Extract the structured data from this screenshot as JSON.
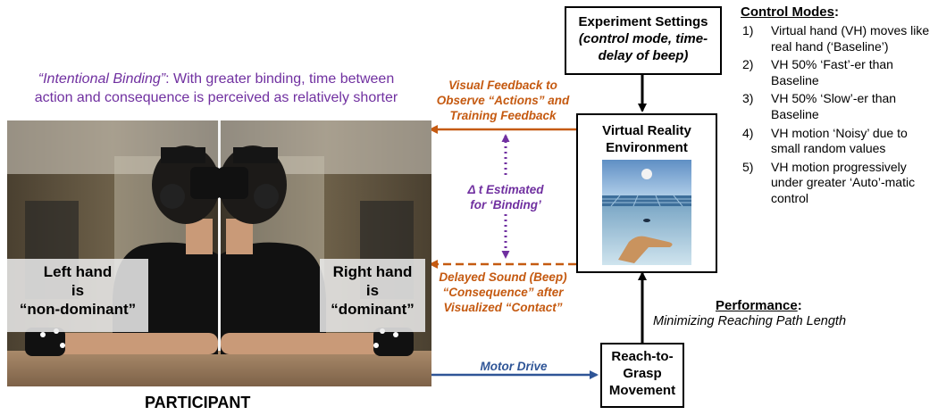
{
  "binding": {
    "term": "“Intentional Binding”",
    "line1_rest": ": With greater binding, time between",
    "line2": "action and consequence is perceived as relatively shorter"
  },
  "settings_box": {
    "title": "Experiment Settings",
    "subtitle_line1": "(control mode, time-",
    "subtitle_line2": "delay of beep)"
  },
  "vr_box": {
    "title_line1": "Virtual Reality",
    "title_line2": "Environment"
  },
  "grasp_box": {
    "line1": "Reach-to-",
    "line2": "Grasp",
    "line3": "Movement"
  },
  "visual_feedback": {
    "line1": "Visual Feedback to",
    "line2": "Observe “Actions” and",
    "line3": "Training Feedback"
  },
  "delta_t": {
    "symbol": "Δ",
    "line1_rest": " t Estimated",
    "line2": "for ‘Binding’"
  },
  "delayed_sound": {
    "line1": "Delayed Sound (Beep)",
    "line2": "“Consequence” after",
    "line3": "Visualized “Contact”"
  },
  "motor_drive": "Motor Drive",
  "performance": {
    "title": "Performance",
    "colon": ":",
    "subtitle": "Minimizing Reaching Path Length"
  },
  "participant_label": "PARTICIPANT",
  "left_hand": {
    "line1": "Left hand",
    "line2": "is",
    "line3": "“non-dominant”"
  },
  "right_hand": {
    "line1": "Right hand",
    "line2": "is",
    "line3": "“dominant”"
  },
  "control_modes": {
    "title": "Control Modes",
    "colon": ":",
    "items": [
      {
        "num": "1)",
        "text": "Virtual hand (VH) moves like real hand (‘Baseline’)"
      },
      {
        "num": "2)",
        "text": "VH 50% ‘Fast’-er than Baseline"
      },
      {
        "num": "3)",
        "text": "VH 50% ‘Slow’-er than Baseline"
      },
      {
        "num": "4)",
        "text": "VH motion ‘Noisy’ due to small random values"
      },
      {
        "num": "5)",
        "text": "VH motion progressively under greater ‘Auto’-matic control"
      }
    ]
  },
  "colors": {
    "purple": "#7030a0",
    "orange": "#c55a11",
    "blue": "#2f5597",
    "black": "#000000"
  }
}
